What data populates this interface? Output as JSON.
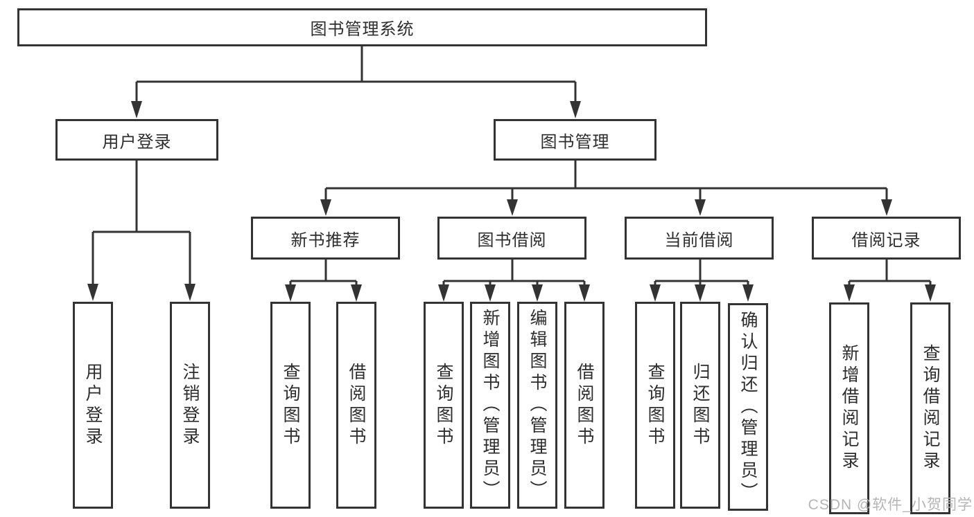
{
  "diagram": {
    "root": {
      "label": "图书管理系统"
    },
    "user_login": {
      "label": "用户登录",
      "children": [
        {
          "label": "用户登录"
        },
        {
          "label": "注销登录"
        }
      ]
    },
    "book_management": {
      "label": "图书管理",
      "modules": [
        {
          "label": "新书推荐",
          "children": [
            {
              "label": "查询图书"
            },
            {
              "label": "借阅图书"
            }
          ]
        },
        {
          "label": "图书借阅",
          "children": [
            {
              "label": "查询图书"
            },
            {
              "label": "新增图书（管理员）"
            },
            {
              "label": "编辑图书（管理员）"
            },
            {
              "label": "借阅图书"
            }
          ]
        },
        {
          "label": "当前借阅",
          "children": [
            {
              "label": "查询图书"
            },
            {
              "label": "归还图书"
            },
            {
              "label": "确认归还（管理员）"
            }
          ]
        },
        {
          "label": "借阅记录",
          "children": [
            {
              "label": "新增借阅记录"
            },
            {
              "label": "查询借阅记录"
            }
          ]
        }
      ]
    }
  },
  "watermark": {
    "text": "CSDN @软件_小贺同学"
  },
  "colors": {
    "line": "#333333",
    "border": "#333333",
    "text": "#2d2d2d",
    "watermark": "#b5b5b5",
    "background": "#ffffff"
  }
}
